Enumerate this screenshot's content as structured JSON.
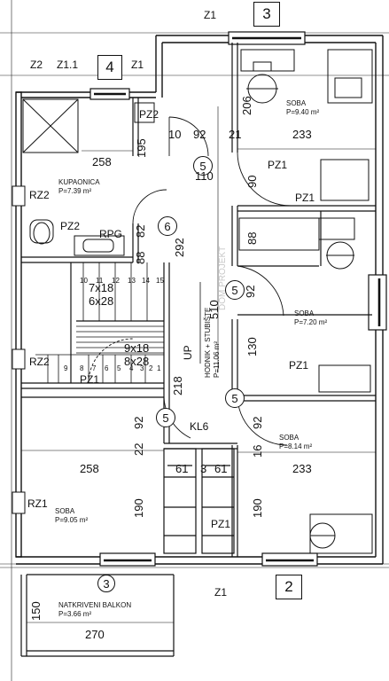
{
  "rooms": {
    "bathroom": {
      "name": "KUPAONICA",
      "area": "P=7.39 m²"
    },
    "room_top_right": {
      "name": "SOBA",
      "area": "P=9.40 m²"
    },
    "room_mid_right": {
      "name": "SOBA",
      "area": "P=7.20 m²"
    },
    "room_bottom_right": {
      "name": "SOBA",
      "area": "P=8.14 m²"
    },
    "room_bottom_left": {
      "name": "SOBA",
      "area": "P=9.05 m²"
    },
    "hall": {
      "name": "HODNIK + STUBIŠTE",
      "area": "P=11.06 m²"
    },
    "balcony": {
      "name": "NATKRIVENI BALKON",
      "area": "P=3.66 m²"
    }
  },
  "window_tags": {
    "top_left": "Z2",
    "top_mid": "Z1.1",
    "top_right_a": "Z1",
    "top_right_b": "Z1",
    "bottom": "Z1",
    "left_1": "RZ2",
    "left_2": "RZ2",
    "left_3": "RZ1"
  },
  "door_tags": {
    "pz2_bath": "PZ2",
    "pz2_wc": "PZ2",
    "rpg": "RPG",
    "pz1_a": "PZ1",
    "pz1_b": "PZ1",
    "pz1_c": "PZ1",
    "pz1_d": "PZ1",
    "pz1_e": "PZ1",
    "kl6": "KL6"
  },
  "hex_marks": {
    "top": "3",
    "left_top": "4",
    "bottom": "2"
  },
  "circle_marks": {
    "balcony": "3",
    "c1": "5",
    "c2": "6",
    "c3": "5",
    "c4": "5",
    "c5": "5"
  },
  "dimensions": {
    "d258a": "258",
    "d195": "195",
    "d10": "10",
    "d92a": "92",
    "d21": "21",
    "d233a": "233",
    "d206": "206",
    "d110": "110",
    "d90": "90",
    "d82": "82",
    "d292": "292",
    "d88": "88",
    "d92b": "92",
    "d510": "510",
    "d130": "130",
    "d218": "218",
    "d92c": "92",
    "d92d": "92",
    "d22": "22",
    "d16": "16",
    "d258b": "258",
    "d61a": "61",
    "d3": "3",
    "d61b": "61",
    "d233b": "233",
    "d190a": "190",
    "d190b": "190",
    "d150": "150",
    "d270": "270",
    "d88b": "88"
  },
  "stairs": {
    "upper_numbers": [
      "10",
      "11",
      "12",
      "13",
      "14",
      "15"
    ],
    "lower_numbers": [
      "9",
      "8",
      "7",
      "6",
      "5",
      "4",
      "3",
      "2",
      "1"
    ],
    "upper_spec_a": "7x18",
    "upper_spec_b": "6x28",
    "lower_spec_a": "9x18",
    "lower_spec_b": "8x28",
    "direction": "UP"
  },
  "watermark": "DOM PROJEKT"
}
